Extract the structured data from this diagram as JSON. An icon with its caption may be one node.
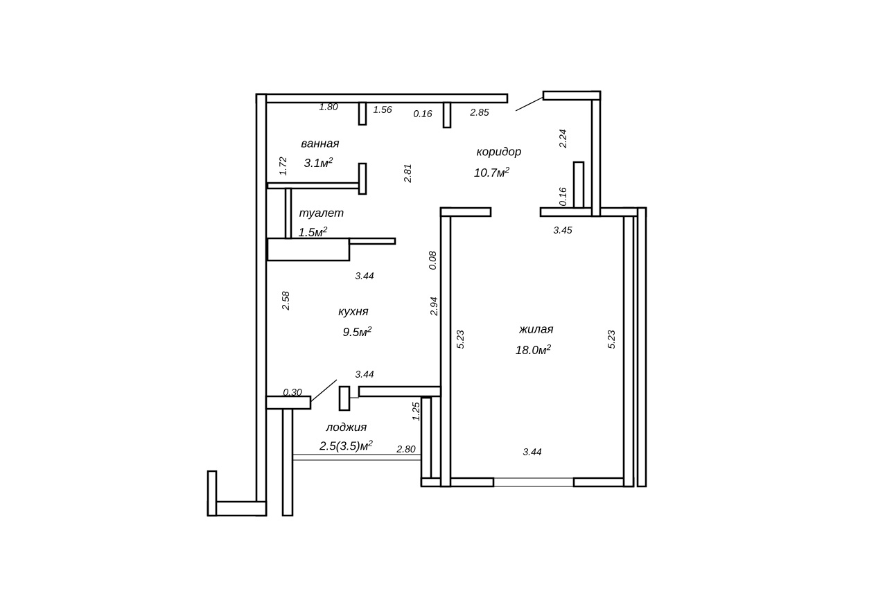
{
  "diagram": {
    "labels": [
      "1.80",
      "1.56",
      "0.16",
      "2.85",
      "2.24",
      "1.72",
      "ванная",
      "3.1м$^{2}$",
      "2.81",
      "коридор",
      "10.7м$^{2}$",
      "туалет",
      "1.5м$^{2}$",
      "0.16",
      "3.45",
      "0.08",
      "3.44",
      "2.58",
      "кухня",
      "9.5м$^{2}$",
      "2.94",
      "5.23",
      "жилая",
      "18.0м$^{2}$",
      "5.23",
      "3.44",
      "0.30",
      "1.25",
      "лоджия",
      "2.5(3.5)м$^{2}$",
      "2.80",
      "3.44"
    ]
  }
}
